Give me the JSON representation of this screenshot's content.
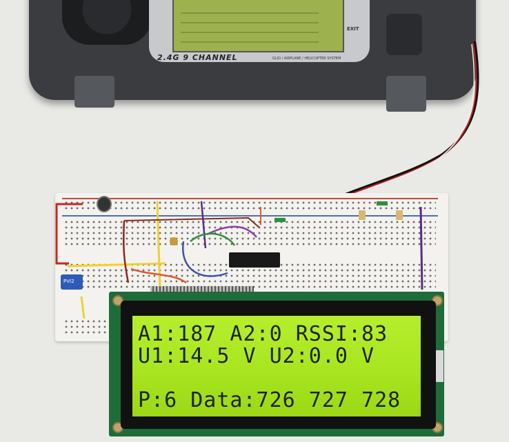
{
  "transmitter": {
    "model_label": "2.4G 9 CHANNEL",
    "system_label": "GLID / AIRPLANE / HELICOPTER SYSTEM",
    "exit_label": "EXIT"
  },
  "pot_label": "PVI2",
  "lcd": {
    "line1": "A1:187 A2:0 RSSI:83",
    "line2": "U1:14.5 V U2:0.0 V",
    "line3": "",
    "line4": "P:6 Data:726 727 728"
  },
  "colors": {
    "lcd_background": "#a7e41e",
    "lcd_text": "#1c2410",
    "transmitter_body": "#3a3c40",
    "pcb": "#1f6b3a"
  }
}
